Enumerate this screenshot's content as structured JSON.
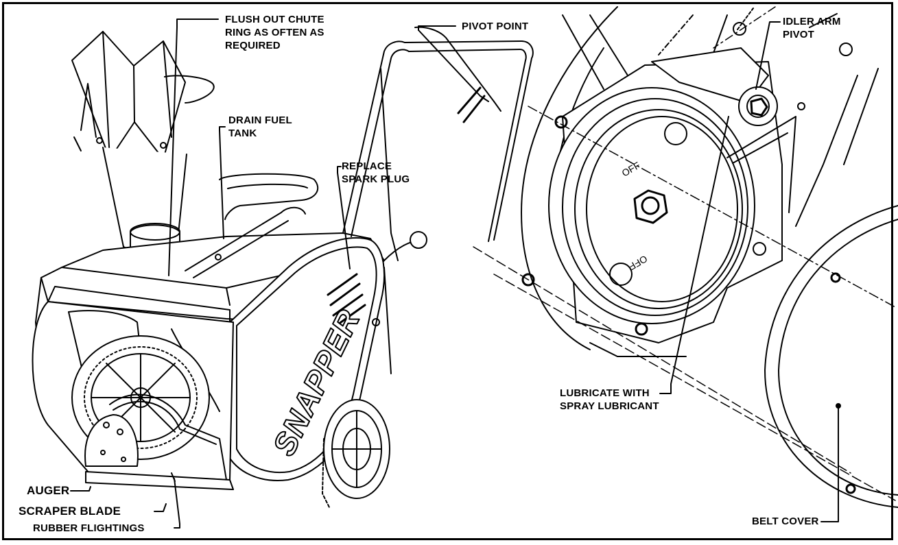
{
  "callouts": {
    "flush_chute": "FLUSH OUT CHUTE\nRING AS OFTEN AS\nREQUIRED",
    "pivot_point": "PIVOT POINT",
    "drain_fuel": "DRAIN FUEL\n TANK",
    "replace_spark": "REPLACE\nSPARK PLUG",
    "idler_arm": "IDLER ARM\nPIVOT",
    "lubricate": "LUBRICATE WITH\nSPRAY LUBRICANT",
    "auger": "AUGER",
    "scraper_blade": "SCRAPER BLADE",
    "rubber_flightings": "RUBBER FLIGHTINGS",
    "belt_cover": "BELT COVER"
  },
  "illustration": {
    "brand_text": "SNAPPER",
    "pulley_mark_top": "OFF",
    "pulley_mark_bottom": "OFF"
  }
}
